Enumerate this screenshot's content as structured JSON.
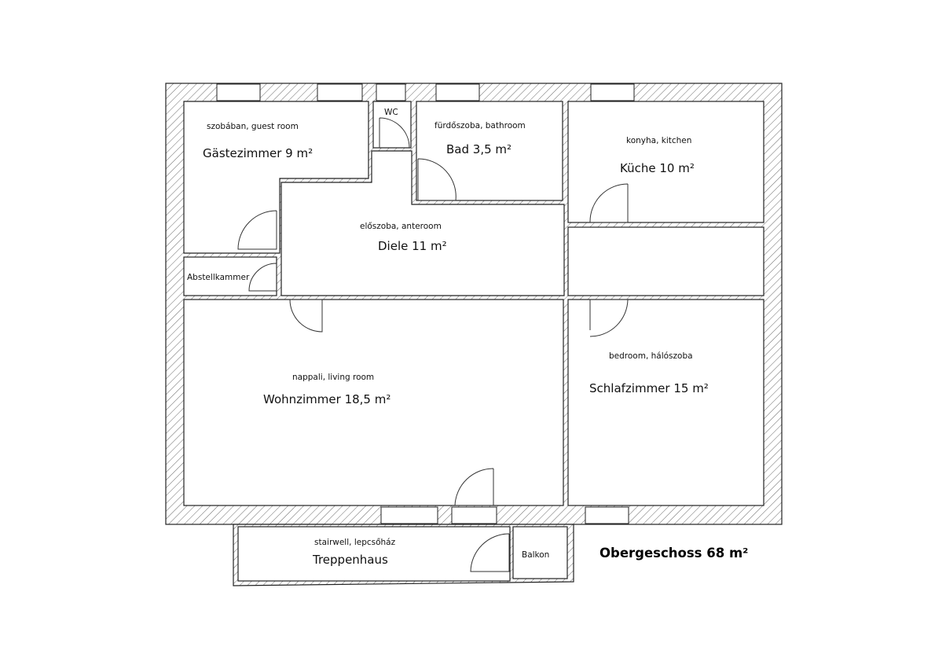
{
  "plan": {
    "title": "Obergeschoss 68 m²",
    "rooms": {
      "guest": {
        "sub": "szobában, guest room",
        "name": "Gästezimmer 9 m²"
      },
      "wc": {
        "name": "WC"
      },
      "bath": {
        "sub": "fürdőszoba, bathroom",
        "name": "Bad 3,5 m²"
      },
      "kitchen": {
        "sub": "konyha, kitchen",
        "name": "Küche 10 m²"
      },
      "hall": {
        "sub": "előszoba, anteroom",
        "name": "Diele 11 m²"
      },
      "storage": {
        "name": "Abstellkammer"
      },
      "living": {
        "sub": "nappali, living room",
        "name": "Wohnzimmer 18,5 m²"
      },
      "bedroom": {
        "sub": "bedroom, hálószoba",
        "name": "Schlafzimmer 15 m²"
      },
      "stairs": {
        "sub": "stairwell, lepcsőház",
        "name": "Treppenhaus"
      },
      "balcony": {
        "name": "Balkon"
      }
    }
  }
}
